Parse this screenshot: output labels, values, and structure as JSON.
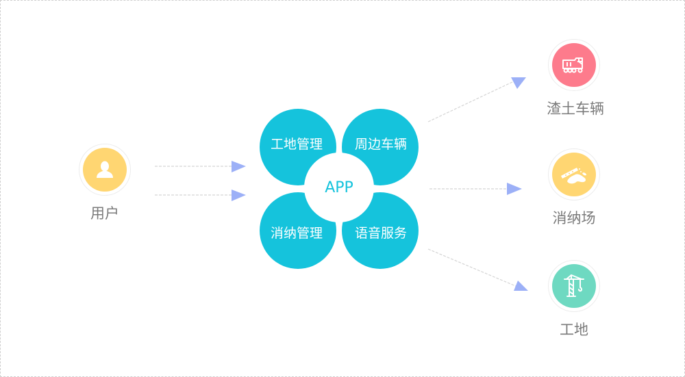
{
  "colors": {
    "hub": "#15c3dc",
    "hub_text": "#15c3dc",
    "user": "#ffd672",
    "truck": "#fd7b8c",
    "site_dump": "#ffd672",
    "construction": "#6ed9c1",
    "arrow": "#9cb0f7",
    "line": "#d4d4d4"
  },
  "user": {
    "label": "用户",
    "icon": "user-icon"
  },
  "hub": {
    "center_label": "APP",
    "petals": [
      {
        "label": "工地管理"
      },
      {
        "label": "周边车辆"
      },
      {
        "label": "消纳管理"
      },
      {
        "label": "语音服务"
      }
    ]
  },
  "targets": [
    {
      "label": "渣土车辆",
      "icon": "dump-truck-icon"
    },
    {
      "label": "消纳场",
      "icon": "landfill-icon"
    },
    {
      "label": "工地",
      "icon": "tower-crane-icon"
    }
  ]
}
